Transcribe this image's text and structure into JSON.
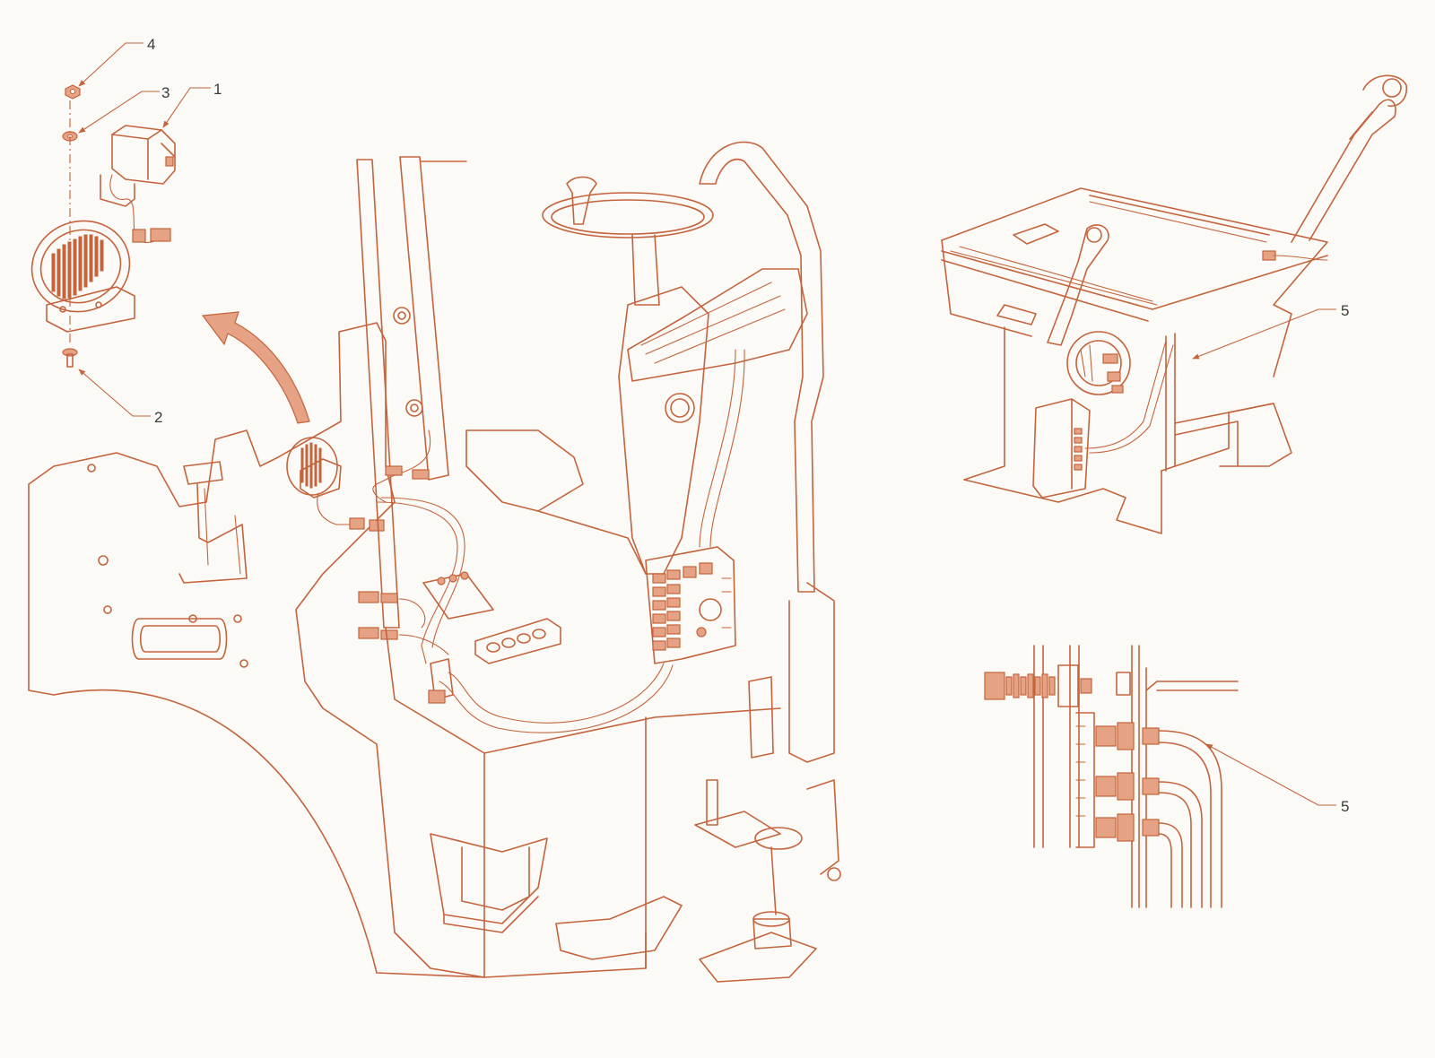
{
  "callouts": {
    "c1": "1",
    "c2": "2",
    "c3": "3",
    "c4": "4",
    "c5_seat": "5",
    "c5_detail": "5"
  },
  "colors": {
    "line": "#c4643c",
    "fill": "#e6a284",
    "background": "#fbfaf7",
    "text": "#3a3a3a"
  }
}
